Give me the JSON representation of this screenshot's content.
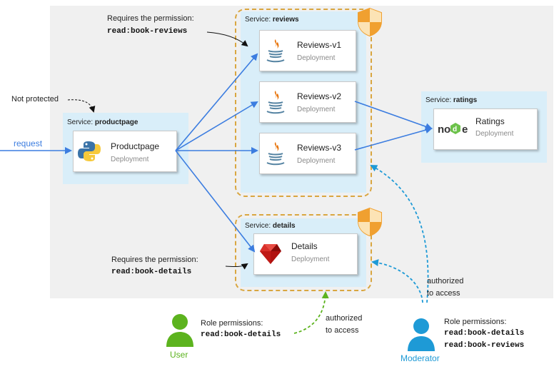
{
  "services": {
    "productpage": {
      "prefix": "Service:",
      "name": "productpage"
    },
    "reviews": {
      "prefix": "Service:",
      "name": "reviews"
    },
    "ratings": {
      "prefix": "Service:",
      "name": "ratings"
    },
    "details": {
      "prefix": "Service:",
      "name": "details"
    }
  },
  "deployments": {
    "productpage": {
      "title": "Productpage",
      "subtitle": "Deployment",
      "icon": "python-icon"
    },
    "reviews_v1": {
      "title": "Reviews-v1",
      "subtitle": "Deployment",
      "icon": "java-icon"
    },
    "reviews_v2": {
      "title": "Reviews-v2",
      "subtitle": "Deployment",
      "icon": "java-icon"
    },
    "reviews_v3": {
      "title": "Reviews-v3",
      "subtitle": "Deployment",
      "icon": "java-icon"
    },
    "ratings": {
      "title": "Ratings",
      "subtitle": "Deployment",
      "icon": "node-icon"
    },
    "details": {
      "title": "Details",
      "subtitle": "Deployment",
      "icon": "ruby-icon"
    }
  },
  "labels": {
    "request": "request",
    "not_protected": "Not protected",
    "reviews_permission_line1": "Requires the permission:",
    "reviews_permission_line2": "read:book-reviews",
    "details_permission_line1": "Requires the permission:",
    "details_permission_line2": "read:book-details",
    "user_authorized_line1": "authorized",
    "user_authorized_line2": "to access",
    "moderator_authorized_line1": "authorized",
    "moderator_authorized_line2": "to access"
  },
  "actors": {
    "user": {
      "name": "User",
      "permissions_title": "Role permissions:",
      "permissions": [
        "read:book-details"
      ],
      "color": "#5cb31e"
    },
    "moderator": {
      "name": "Moderator",
      "permissions_title": "Role permissions:",
      "permissions": [
        "read:book-details",
        "read:book-reviews"
      ],
      "color": "#1e9ad6"
    }
  },
  "colors": {
    "flow_arrow": "#3c7de0",
    "service_bg": "#d9eef9",
    "protected_border": "#d9a640",
    "user_green": "#5cb31e",
    "moderator_blue": "#1e9ad6",
    "shield": "#f0a030"
  }
}
